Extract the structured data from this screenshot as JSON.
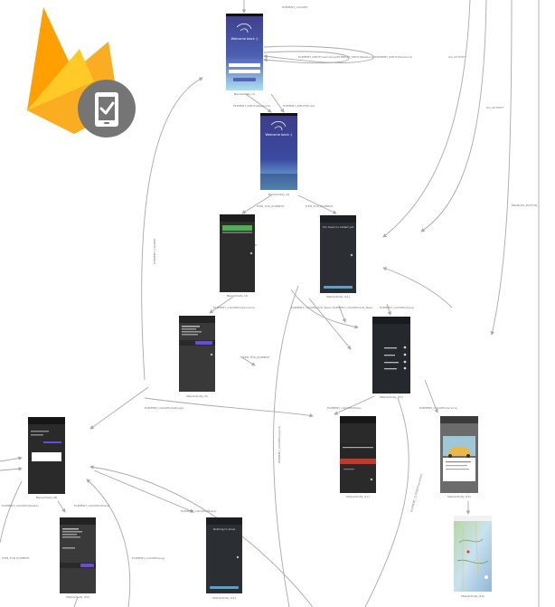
{
  "colors": {
    "edge": "#a9a9a9",
    "flame_dark": "#f5a623",
    "flame_mid": "#fbc02d",
    "flame_light": "#ffca28",
    "badge": "#757575"
  },
  "logo": {
    "icon": "firebase-test-lab-icon",
    "badge_icon": "phone-check-icon"
  },
  "screens": [
    {
      "id": "s1",
      "label": "MainActivity (1)",
      "theme": "welcome",
      "title": "Welcome back :)"
    },
    {
      "id": "s2",
      "label": "MainActivity (2)",
      "theme": "welcome2",
      "title": "Welcome back :)"
    },
    {
      "id": "s3",
      "label": "MainActivity (3)",
      "theme": "dark-green"
    },
    {
      "id": "s4",
      "label": "MainActivity (11)",
      "theme": "dark-center",
      "title": "You have no added yet"
    },
    {
      "id": "s5",
      "label": "MainActivity (5)",
      "theme": "dark-list"
    },
    {
      "id": "s6",
      "label": "MainActivity (13)",
      "theme": "dark-settings"
    },
    {
      "id": "s7",
      "label": "MainActivity (8)",
      "theme": "dark-dialog"
    },
    {
      "id": "s8",
      "label": "MainActivity (17)",
      "theme": "dark-red"
    },
    {
      "id": "s9",
      "label": "MainActivity (18)",
      "theme": "car"
    },
    {
      "id": "s10",
      "label": "MainActivity (10)",
      "theme": "dark-list2"
    },
    {
      "id": "s11",
      "label": "MainActivity (14)",
      "theme": "dark-center2",
      "title": "Nothing to show"
    },
    {
      "id": "s12",
      "label": "MainActivity (19)",
      "theme": "map"
    }
  ],
  "edge_labels": [
    "ELEMENT_CLICKED",
    "ELEMENT_INPUT(Username)/ELEMENT_INPUT(Password)/ELEMENT_INPUT(Password)",
    "ELEMENT_INPUT(Password)",
    "ELEMENT_INPUT(Email)",
    "ELEMENT_CLICKED",
    "ITEM_FOR_ELEMENT",
    "ITEM_FOR_ELEMENT",
    "ELEMENT_CLICKED",
    "GO_ACTIVITY",
    "GO_ACTIVITY",
    "ENABLED_BUTTON",
    "ELEMENT_CLICKED(Username)",
    "ITEM_FOR_ELEMENT",
    "ELEMENT_CLICKED(Settings)",
    "ELEMENT_CLICKED(Add_New)",
    "ELEMENT_CLICKED(Add_New)",
    "ELEMENT_CLICKED(Save)",
    "ELEMENT_CLICKED(Stop)",
    "ELEMENT_CLICKED(Service)",
    "ELEMENT_CLICKED(Location)",
    "ELEMENT_CLICKED(Logout)",
    "ELEMENT_CLICKED(Share)",
    "ELEMENT_CLICKED(Log)",
    "ELEMENT_CLICKED(Share)",
    "ITEM_FOR_ELEMENT",
    "ELEMENT_CLICKED(Delete)"
  ]
}
